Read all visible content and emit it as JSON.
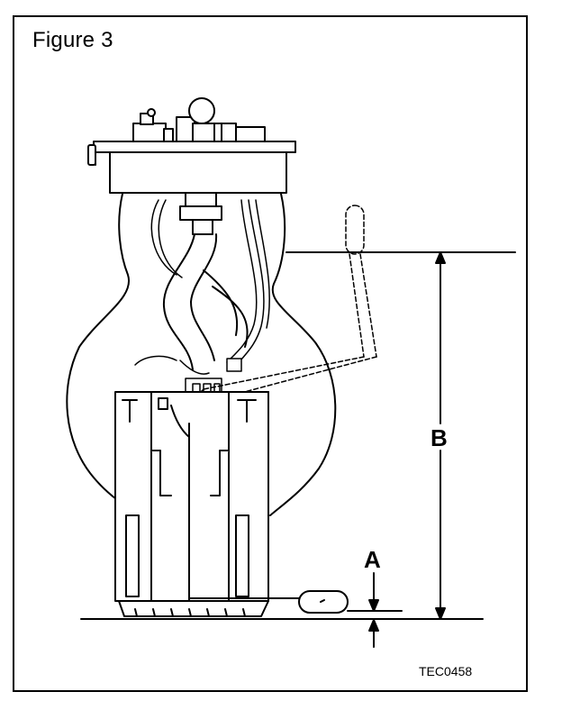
{
  "figure": {
    "title": "Figure 3",
    "code": "TEC0458"
  },
  "labels": {
    "a": "A",
    "b": "B"
  },
  "colors": {
    "ink": "#000000",
    "paper": "#ffffff"
  }
}
